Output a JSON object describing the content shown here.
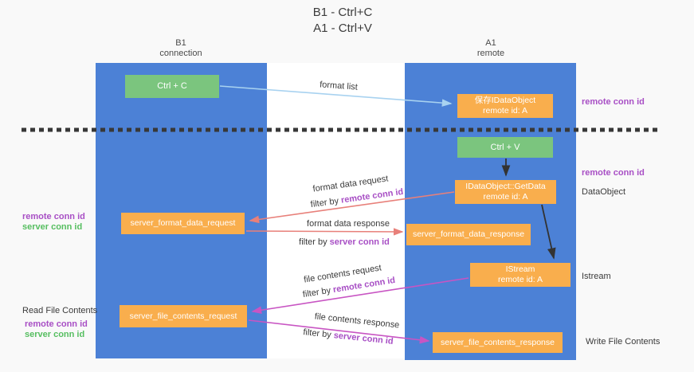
{
  "title": {
    "line1": "B1 - Ctrl+C",
    "line2": "A1 - Ctrl+V"
  },
  "columns": {
    "left": {
      "name": "B1",
      "role": "connection"
    },
    "right": {
      "name": "A1",
      "role": "remote"
    }
  },
  "boxes": {
    "ctrl_c": "Ctrl + C",
    "ctrl_v": "Ctrl + V",
    "saved_dataobject": {
      "line1": "保存IDataObject",
      "line2": "remote id: A"
    },
    "getdata": {
      "line1": "IDataObject::GetData",
      "line2": "remote id: A"
    },
    "istream": {
      "line1": "IStream",
      "line2": "remote id: A"
    },
    "format_request": "server_format_data_request",
    "format_response": "server_format_data_response",
    "file_request": "server_file_contents_request",
    "file_response": "server_file_contents_response"
  },
  "arrows": {
    "format_list": "format list",
    "format_data_request": "format data request",
    "format_data_response": "format data response",
    "file_contents_request": "file contents request",
    "file_contents_response": "file contents response",
    "filter_by": "filter by ",
    "remote_conn_id": "remote conn id",
    "server_conn_id": "server conn id"
  },
  "side_labels": {
    "remote_conn_id": "remote conn id",
    "server_conn_id": "server conn id",
    "dataobject": "DataObject",
    "istream": "Istream",
    "read_file_contents": "Read File Contents",
    "write_file_contents": "Write File Contents"
  },
  "colors": {
    "column_blue": "#4C81D6",
    "box_green": "#7BC57E",
    "box_orange": "#F9AE4D",
    "arrow_blue": "#A8D2F0",
    "arrow_salmon": "#E8807A",
    "arrow_magenta": "#C855C3",
    "label_purple": "#A84FC5",
    "label_green": "#56BE60"
  }
}
